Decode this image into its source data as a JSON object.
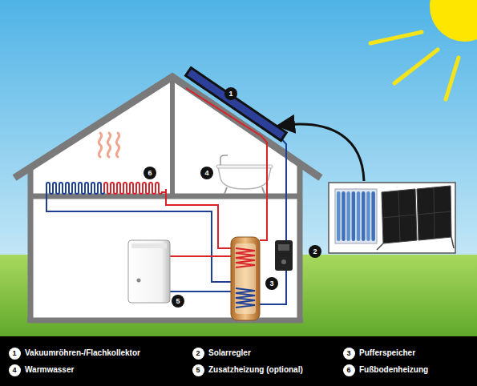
{
  "diagram": {
    "labels": [
      "1",
      "4",
      "6",
      "2",
      "3",
      "5",
      "1",
      "Vakuumröhren-/Flachkollektor",
      "2",
      "Solarregler",
      "3",
      "Pufferspeicher",
      "4",
      "Warmwasser",
      "5",
      "Zusatzheizung (optional)",
      "6",
      "Fußbodenheizung"
    ]
  }
}
